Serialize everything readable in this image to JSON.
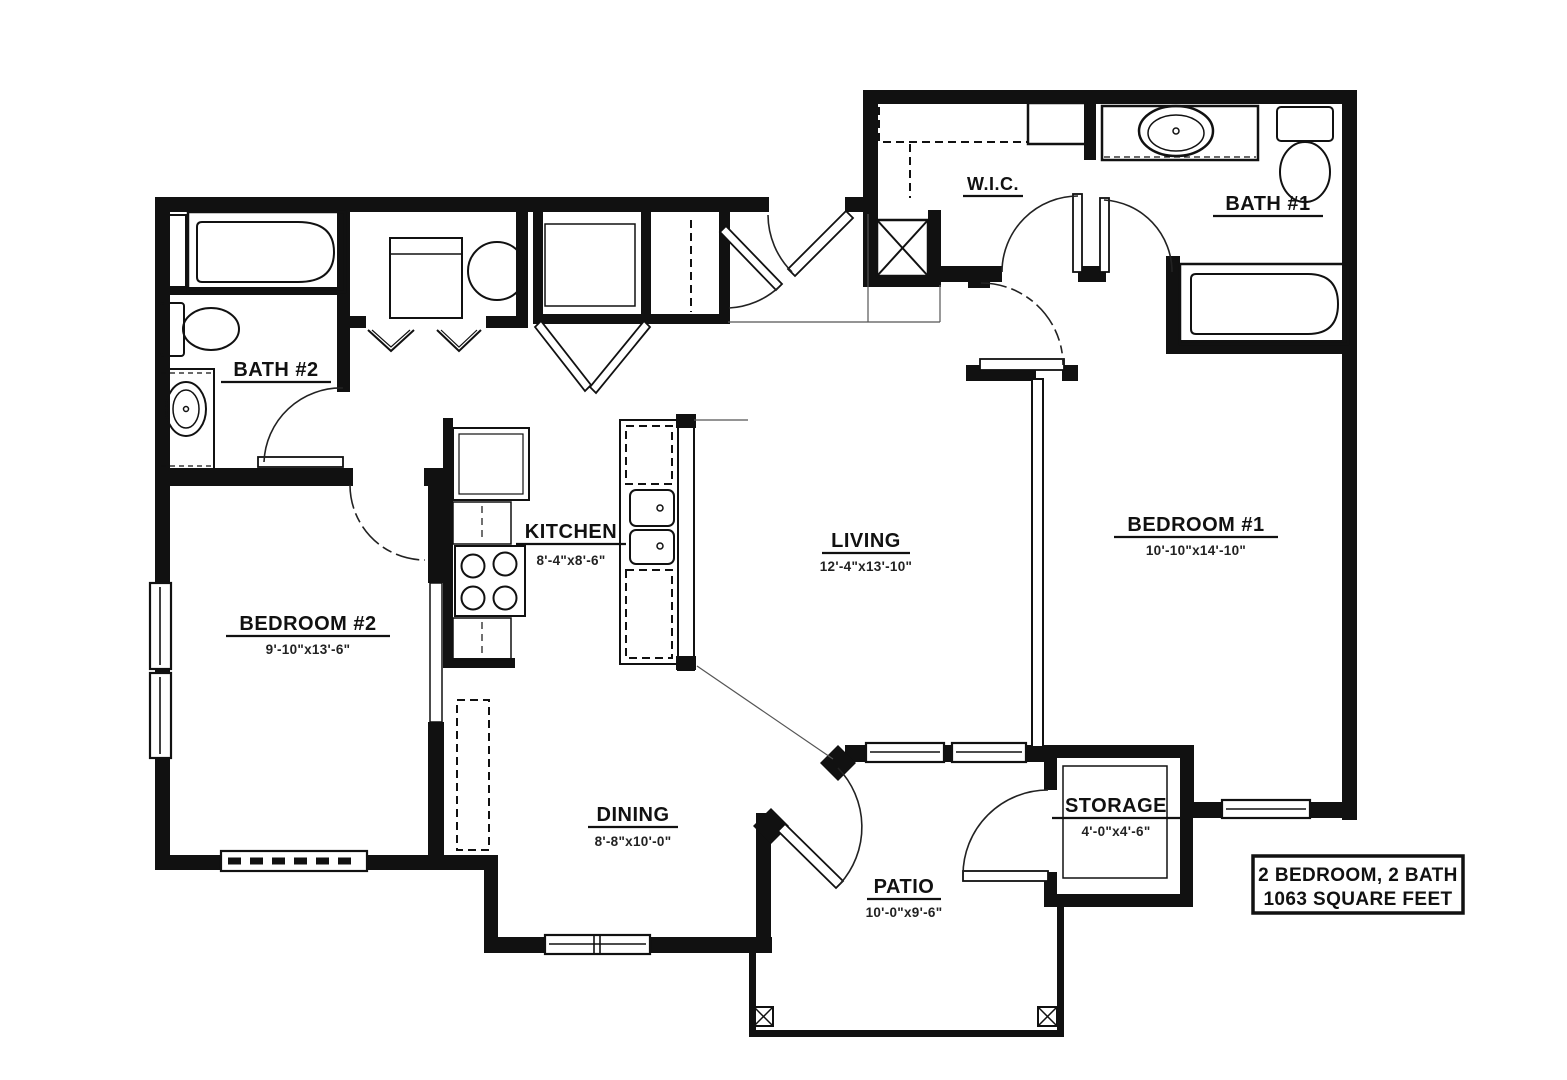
{
  "plan": {
    "type": "apartment floor plan",
    "summary": {
      "line1": "2 BEDROOM, 2 BATH",
      "line2": "1063 SQUARE FEET"
    }
  },
  "rooms": [
    {
      "id": "wic",
      "label": "W.I.C.",
      "dims": ""
    },
    {
      "id": "bath1",
      "label": "BATH #1",
      "dims": ""
    },
    {
      "id": "bath2",
      "label": "BATH #2",
      "dims": ""
    },
    {
      "id": "kitchen",
      "label": "KITCHEN",
      "dims": "8'-4\"x8'-6\""
    },
    {
      "id": "living",
      "label": "LIVING",
      "dims": "12'-4\"x13'-10\""
    },
    {
      "id": "bedroom1",
      "label": "BEDROOM #1",
      "dims": "10'-10\"x14'-10\""
    },
    {
      "id": "bedroom2",
      "label": "BEDROOM #2",
      "dims": "9'-10\"x13'-6\""
    },
    {
      "id": "dining",
      "label": "DINING",
      "dims": "8'-8\"x10'-0\""
    },
    {
      "id": "storage",
      "label": "STORAGE",
      "dims": "4'-0\"x4'-6\""
    },
    {
      "id": "patio",
      "label": "PATIO",
      "dims": "10'-0\"x9'-6\""
    }
  ],
  "fixtures": [
    "bathtub-icon",
    "toilet-icon",
    "sink-icon",
    "vanity-icon",
    "washer-icon",
    "dryer-icon",
    "stove-icon",
    "fridge-icon",
    "kitchen-sink-icon",
    "bifold-door-icon",
    "door-swing-icon",
    "window-icon",
    "post-icon",
    "utility-chase-icon"
  ],
  "colors": {
    "wall": "#111111",
    "line": "#222222",
    "background": "#ffffff"
  }
}
